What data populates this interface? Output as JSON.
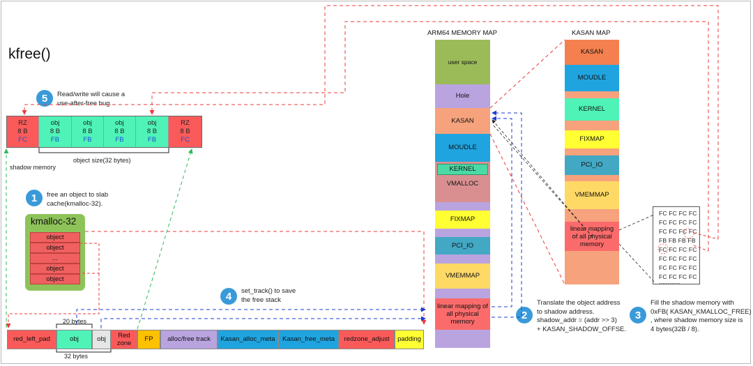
{
  "title": "kfree()",
  "shadow": {
    "cells": [
      {
        "name": "RZ",
        "size": "8 B",
        "val": "FC"
      },
      {
        "name": "obj",
        "size": "8 B",
        "val": "FB"
      },
      {
        "name": "obj",
        "size": "8 B",
        "val": "FB"
      },
      {
        "name": "obj",
        "size": "8 B",
        "val": "FB"
      },
      {
        "name": "obj",
        "size": "8 B",
        "val": "FB"
      },
      {
        "name": "RZ",
        "size": "8 B",
        "val": "FC"
      }
    ],
    "object_size_label": "object size(32 bytes)",
    "caption": "shadow memory"
  },
  "steps": {
    "s1": {
      "num": "1",
      "text1": "free an object to slab",
      "text2": "cache(kmalloc-32)."
    },
    "s2": {
      "num": "2",
      "text1": "Translate the object address",
      "text2": "to shadow address.",
      "text3": "shadow_addr = (addr >> 3)",
      "text4": "+ KASAN_SHADOW_OFFSE."
    },
    "s3": {
      "num": "3",
      "text1": "Fill the shadow memory with",
      "text2": "0xFB( KASAN_KMALLOC_FREE)",
      "text3": ", where shadow memory size is",
      "text4": "4 bytes(32B / 8)."
    },
    "s4": {
      "num": "4",
      "text1": "set_track() to save",
      "text2": "the free stack"
    },
    "s5": {
      "num": "5",
      "text1": "Read/write will cause a",
      "text2": "use-after-free bug."
    }
  },
  "kmalloc": {
    "title": "kmalloc-32",
    "items": [
      "object",
      "object",
      "...",
      "object",
      "object"
    ]
  },
  "layout_row": {
    "red_left_pad": "red_left_pad",
    "obj": "obj",
    "obj_small": "obj",
    "redzone": "Red zone",
    "fp": "FP",
    "alloc_free": "alloc/free track",
    "alloc_meta": "Kasan_alloc_meta",
    "free_meta": "Kasan_free_meta",
    "redzone_adjust": "redzone_adjust",
    "padding": "padding",
    "label_20": "20 bytes",
    "label_32": "32 bytes"
  },
  "arm64": {
    "title": "ARM64 MEMORY MAP",
    "blocks": {
      "user": "user space",
      "hole": "Hole",
      "kasan": "KASAN",
      "moudle": "MOUDLE",
      "kernel": "KERNEL",
      "vmalloc": "VMALLOC",
      "fixmap": "FIXMAP",
      "pci": "PCI_IO",
      "vmemmap": "VMEMMAP",
      "linear": "linear mapping of all physical memory"
    }
  },
  "kasanmap": {
    "title": "KASAN MAP",
    "blocks": {
      "kasan": "KASAN",
      "moudle": "MOUDLE",
      "kernel": "KERNEL",
      "fixmap": "FIXMAP",
      "pci": "PCI_IO",
      "vmemmap": "VMEMMAP",
      "linear": "linear mapping of all physical memory"
    }
  },
  "fcbox": {
    "lines": [
      "FC FC FC FC",
      "FC FC FC FC",
      "FC FC FC FC",
      "FB FB FB FB",
      "FC FC FC FC",
      "FC FC FC FC",
      "FC FC FC FC",
      "FC FC FC FC",
      "............"
    ]
  },
  "colors": {
    "red": "#fb5a5a",
    "green": "#4ff3b8",
    "kmalloc_green": "#8ec35a",
    "salmon": "#f6a27c",
    "blue": "#1fa4e0",
    "kernel": "#4bd9a6",
    "yellow": "#ffff33",
    "pci": "#42a8c4",
    "vmemmap": "#ffd966",
    "purple": "#b9a4e0",
    "step_circle": "#3a9ad9",
    "dashed_red": "#ee3b3b",
    "dashed_green": "#2eb95a",
    "dashed_blue": "#1c3ed1"
  }
}
